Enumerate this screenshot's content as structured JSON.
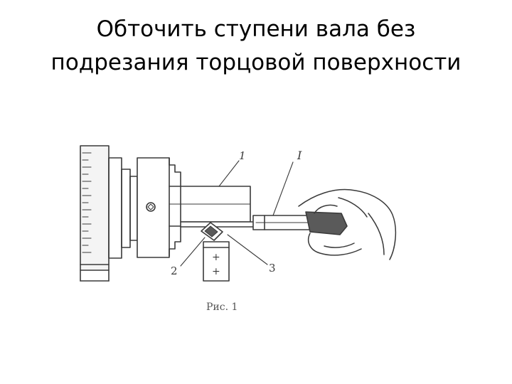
{
  "slide": {
    "title_line1": "Обточить ступени вала без",
    "title_line2": "подрезания торцовой поверхности"
  },
  "figure": {
    "callouts": {
      "shaft": "1",
      "tool": "2",
      "pointer": "3",
      "gauge": "I"
    },
    "caption": "Рис. 1",
    "holder_marks": [
      "+",
      "+"
    ]
  },
  "colors": {
    "ink": "#3a3a3a",
    "paper": "#ffffff",
    "fill_light": "#f4f4f4",
    "fill_dark": "#5a5a5a"
  }
}
